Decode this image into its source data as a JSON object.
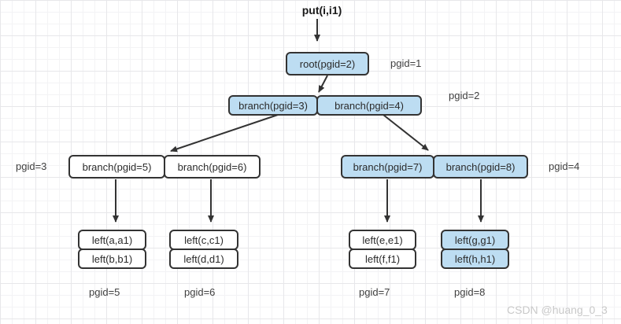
{
  "annotation": {
    "operation": "put(i,i1)"
  },
  "colors": {
    "node_highlight_fill": "#bdddf2",
    "node_plain_fill": "#ffffff",
    "node_border": "#333333",
    "arrow": "#333333",
    "label_text": "#404040",
    "watermark_text": "#c9c9c9"
  },
  "tree": {
    "root": {
      "label": "root(pgid=2)",
      "highlighted": true
    },
    "level2": [
      {
        "label": "branch(pgid=3)",
        "highlighted": true
      },
      {
        "label": "branch(pgid=4)",
        "highlighted": true
      }
    ],
    "level3": [
      {
        "label": "branch(pgid=5)",
        "highlighted": false
      },
      {
        "label": "branch(pgid=6)",
        "highlighted": false
      },
      {
        "label": "branch(pgid=7)",
        "highlighted": true
      },
      {
        "label": "branch(pgid=8)",
        "highlighted": true
      }
    ],
    "leaves": [
      {
        "cells": [
          "left(a,a1)",
          "left(b,b1)"
        ],
        "highlighted": false
      },
      {
        "cells": [
          "left(c,c1)",
          "left(d,d1)"
        ],
        "highlighted": false
      },
      {
        "cells": [
          "left(e,e1)",
          "left(f,f1)"
        ],
        "highlighted": false
      },
      {
        "cells": [
          "left(g,g1)",
          "left(h,h1)"
        ],
        "highlighted": true
      }
    ],
    "edges": [
      {
        "from": "put-annotation",
        "to": "root"
      },
      {
        "from": "root",
        "to": "level2-junction"
      },
      {
        "from": "branch-pgid-3",
        "to": "level3-left-junction"
      },
      {
        "from": "branch-pgid-4",
        "to": "level3-right-junction"
      },
      {
        "from": "branch-pgid-5",
        "to": "leaf-stack-ab"
      },
      {
        "from": "branch-pgid-6",
        "to": "leaf-stack-cd"
      },
      {
        "from": "branch-pgid-7",
        "to": "leaf-stack-ef"
      },
      {
        "from": "branch-pgid-8",
        "to": "leaf-stack-gh"
      }
    ]
  },
  "page_labels": {
    "p1": "pgid=1",
    "p2": "pgid=2",
    "p3": "pgid=3",
    "p4": "pgid=4",
    "p5": "pgid=5",
    "p6": "pgid=6",
    "p7": "pgid=7",
    "p8": "pgid=8"
  },
  "watermark": "CSDN @huang_0_3"
}
